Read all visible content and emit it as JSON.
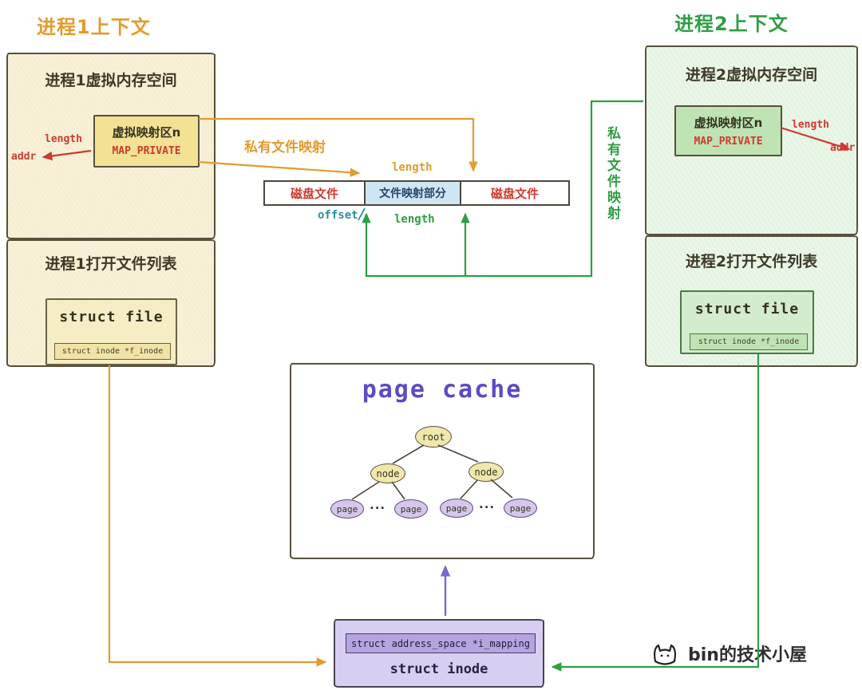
{
  "colors": {
    "orange": "#e29c2e",
    "green": "#2f9e44",
    "red": "#cf3a30",
    "purple_title": "#5b4bc4",
    "purple_arrow": "#7b68ce",
    "teal": "#2a8fa3",
    "cream_box": "#f9f1d7",
    "light_green_box": "#eaf6e7",
    "mapped_segment_bg": "#cfe6f5",
    "lavender_box": "#d8cef2"
  },
  "header": {
    "process1_title": "进程1上下文",
    "process2_title": "进程2上下文"
  },
  "process1": {
    "vm_space_title": "进程1虚拟内存空间",
    "vma_label": "虚拟映射区n",
    "vma_flag": "MAP_PRIVATE",
    "length_label": "length",
    "addr_label": "addr",
    "open_files_title": "进程1打开文件列表",
    "struct_file_label": "struct file",
    "f_inode_field": "struct inode *f_inode"
  },
  "process2": {
    "vm_space_title": "进程2虚拟内存空间",
    "vma_label": "虚拟映射区n",
    "vma_flag": "MAP_PRIVATE",
    "length_label": "length",
    "addr_label": "addr",
    "open_files_title": "进程2打开文件列表",
    "struct_file_label": "struct file",
    "f_inode_field": "struct inode *f_inode"
  },
  "mapping": {
    "private_mapping_left": "私有文件映射",
    "private_mapping_right": "私有文件映射",
    "length_top": "length",
    "length_bottom": "length",
    "offset_label": "offset"
  },
  "file_bar": {
    "disk_file_left": "磁盘文件",
    "mapped_section": "文件映射部分",
    "disk_file_right": "磁盘文件"
  },
  "page_cache": {
    "title": "page cache",
    "root_label": "root",
    "node_label": "node",
    "page_label": "page",
    "ellipsis": "···"
  },
  "inode": {
    "i_mapping_field": "struct address_space *i_mapping",
    "struct_inode_label": "struct inode"
  },
  "watermark": {
    "text": "bin的技术小屋"
  }
}
